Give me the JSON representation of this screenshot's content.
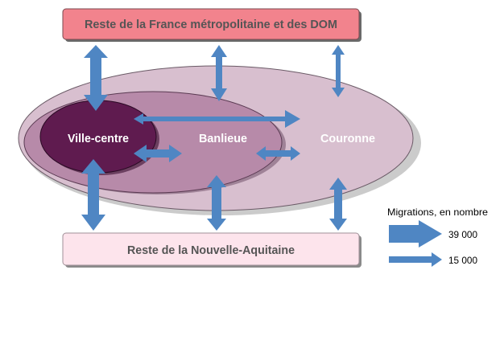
{
  "colors": {
    "top_box_fill": "#f2838d",
    "bottom_box_fill": "#fde4ec",
    "outer_ellipse": "#d8bfcf",
    "middle_ellipse": "#b78aa9",
    "inner_ellipse": "#5f1b4f",
    "arrow": "#4f86c3",
    "box_text": "#555555",
    "zone_text": "#ffffff",
    "legend_text": "#000000"
  },
  "boxes": {
    "top": "Reste de la France métropolitaine et des DOM",
    "bottom": "Reste de la Nouvelle-Aquitaine"
  },
  "zones": {
    "ville_centre": "Ville-centre",
    "banlieue": "Banlieue",
    "couronne": "Couronne"
  },
  "legend": {
    "title": "Migrations, en nombre",
    "large_value": "39 000",
    "small_value": "15 000"
  }
}
